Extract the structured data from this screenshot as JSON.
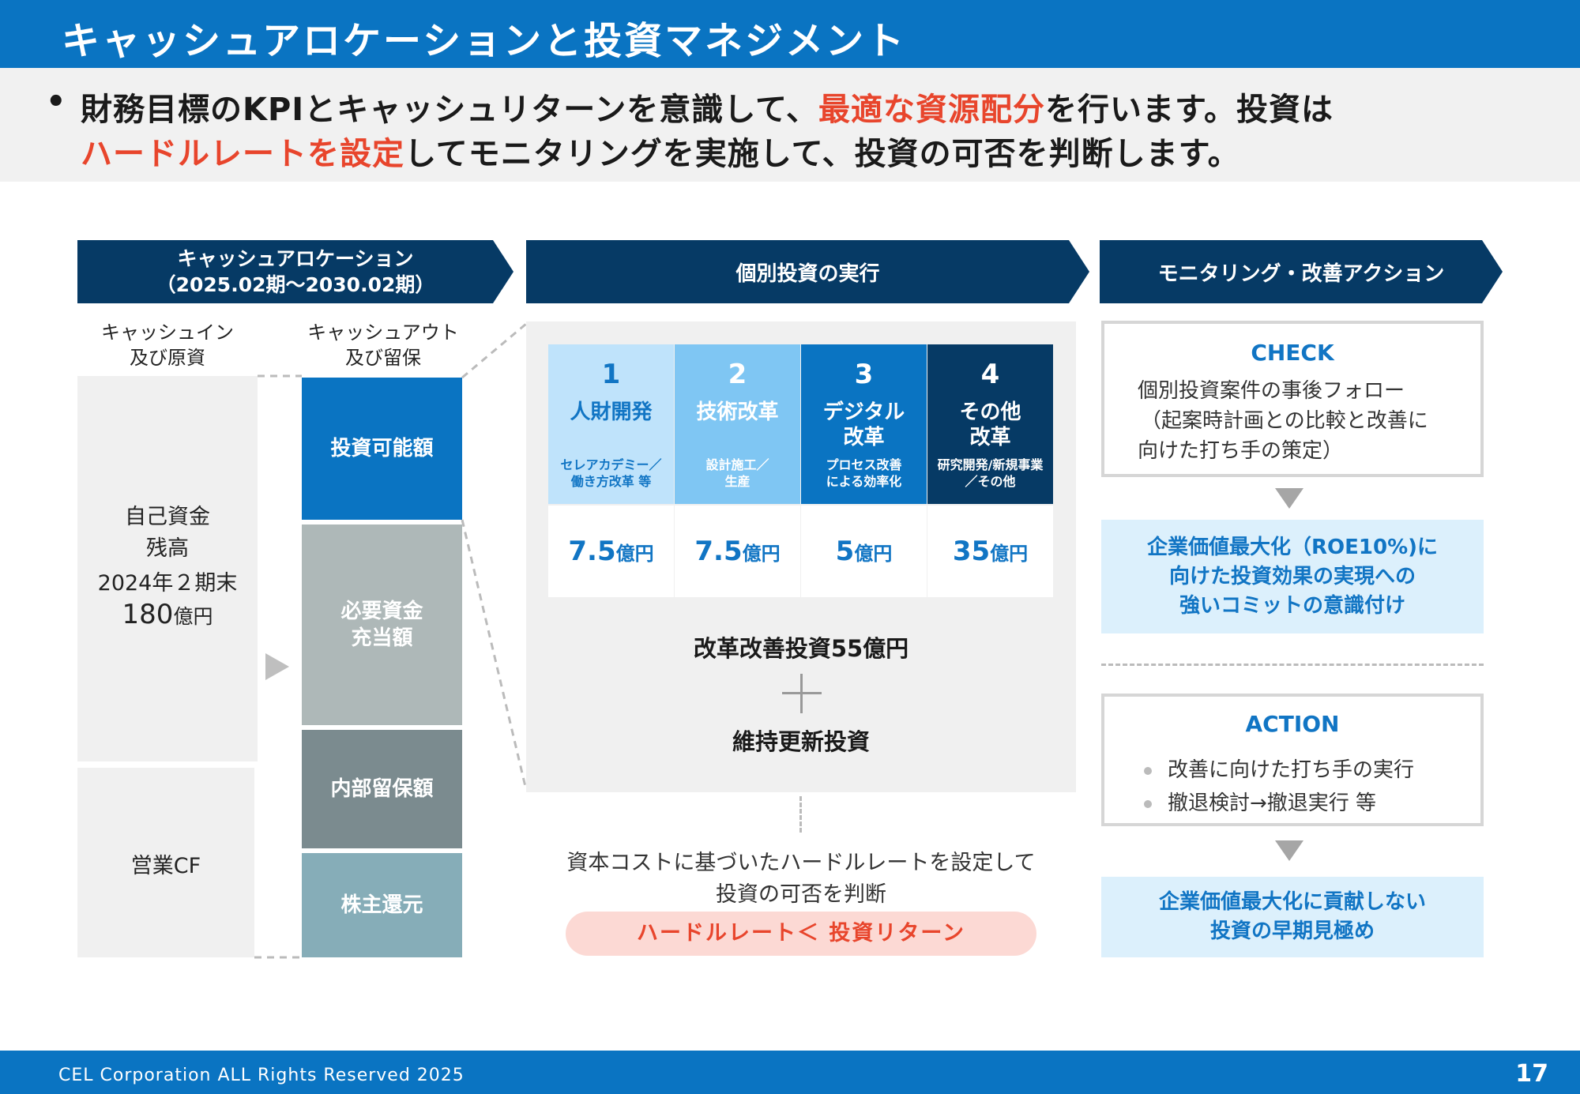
{
  "header": {
    "title": "キャッシュアロケーションと投資マネジメント"
  },
  "lead": {
    "bullet": "•",
    "line1_a": "財務目標のKPIとキャッシュリターンを意識して、",
    "line1_red": "最適な資源配分",
    "line1_b": "を行います。投資は",
    "line2_red": "ハードルレートを設定",
    "line2_b": "してモニタリングを実施して、投資の可否を判断します。"
  },
  "sections": {
    "allocation_line1": "キャッシュアロケーション",
    "allocation_line2": "（2025.02期～2030.02期）",
    "execution": "個別投資の実行",
    "monitoring": "モニタリング・改善アクション"
  },
  "allocation": {
    "cashin_head_1": "キャッシュイン",
    "cashin_head_2": "及び原資",
    "cashout_head_1": "キャッシュアウト",
    "cashout_head_2": "及び留保",
    "own_funds_1": "自己資金",
    "own_funds_2": "残高",
    "own_funds_3": "2024年２期末",
    "own_funds_value": "180",
    "own_funds_unit": "億円",
    "operating_cf": "営業CF",
    "investable": "投資可能額",
    "required_1": "必要資金",
    "required_2": "充当額",
    "retained": "内部留保額",
    "shareholder": "株主還元"
  },
  "categories": [
    {
      "num": "1",
      "name_1": "人財開発",
      "name_2": "",
      "desc_1": "セレアカデミー／",
      "desc_2": "働き方改革 等",
      "amount": "7.5",
      "unit": "億円"
    },
    {
      "num": "2",
      "name_1": "技術改革",
      "name_2": "",
      "desc_1": "設計施工／",
      "desc_2": "生産",
      "amount": "7.5",
      "unit": "億円"
    },
    {
      "num": "3",
      "name_1": "デジタル",
      "name_2": "改革",
      "desc_1": "プロセス改善",
      "desc_2": "による効率化",
      "amount": "5",
      "unit": "億円"
    },
    {
      "num": "4",
      "name_1": "その他",
      "name_2": "改革",
      "desc_1": "研究開発/新規事業",
      "desc_2": "／その他",
      "amount": "35",
      "unit": "億円"
    }
  ],
  "execution": {
    "total": "改革改善投資55億円",
    "maintenance": "維持更新投資",
    "hurdle_1": "資本コストに基づいたハードルレートを設定して",
    "hurdle_2": "投資の可否を判断",
    "hurdle_rule": "ハードルレート＜ 投資リターン"
  },
  "monitoring": {
    "check_title": "CHECK",
    "check_1": "個別投資案件の事後フォロー",
    "check_2": "（起案時計画との比較と改善に",
    "check_3": "向けた打ち手の策定）",
    "value_1a": "企業価値最大化（ROE10%)に",
    "value_1b": "向けた投資効果の実現への",
    "value_1c": "強いコミットの意識付け",
    "action_title": "ACTION",
    "action_1": "改善に向けた打ち手の実行",
    "action_2": "撤退検討→撤退実行 等",
    "value_2a": "企業価値最大化に貢献しない",
    "value_2b": "投資の早期見極め"
  },
  "footer": {
    "copyright": "CEL Corporation ALL Rights Reserved 2025",
    "page": "17"
  },
  "colors": {
    "brand_blue": "#0a74c2",
    "navy": "#063a65",
    "accent_red": "#e8452c",
    "light_blue": "#dcf0fc"
  }
}
